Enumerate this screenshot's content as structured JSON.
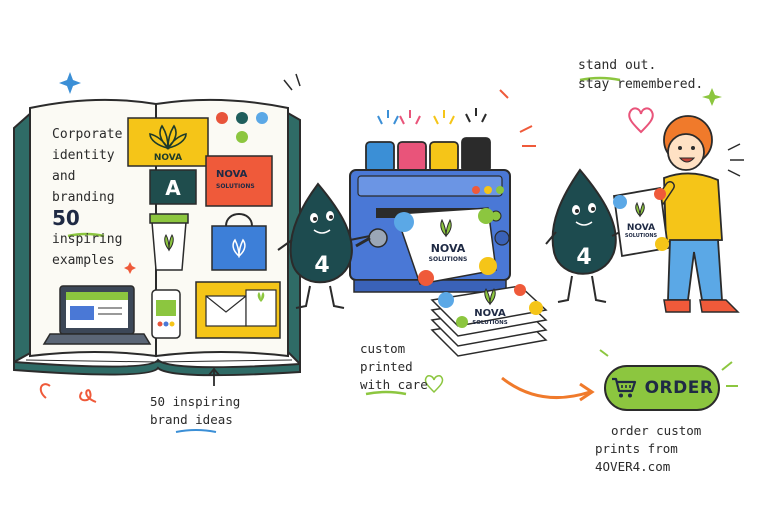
{
  "book": {
    "line1": "Corporate",
    "line2": "identity",
    "line3": "and",
    "line4": "branding",
    "count": "50",
    "line5": "inspiring",
    "line6": "examples"
  },
  "brand_cards": {
    "nova": "NOVA",
    "nova_solutions_title": "NOVA",
    "nova_solutions_sub": "SOLUTIONS",
    "letter_a": "A"
  },
  "printer": {
    "sheet_title": "NOVA",
    "sheet_sub": "SOLUTIONS",
    "stack_title": "NOVA",
    "stack_sub": "SOLUTIONS"
  },
  "mascots": {
    "left_number": "4",
    "right_number": "4"
  },
  "person": {
    "brochure_title": "NOVA",
    "brochure_sub": "SOLUTIONS"
  },
  "captions": {
    "stand_out_1": "stand out.",
    "stand_out_2": "stay remembered.",
    "printed_1": "custom",
    "printed_2": "printed",
    "printed_3": "with care",
    "ideas_1": "50 inspiring",
    "ideas_2": "brand ideas",
    "order_1": "order custom",
    "order_2": "prints from 4OVER4.com"
  },
  "order_button": {
    "label": "ORDER",
    "icon": "cart-icon"
  },
  "colors": {
    "ink_teal": "#1d4b4f",
    "order_green": "#8cc63f",
    "printer_blue": "#4a78d6",
    "brand_yellow": "#f5c518",
    "brand_orange": "#ef5a3a",
    "accent_orange": "#f07a2b"
  }
}
